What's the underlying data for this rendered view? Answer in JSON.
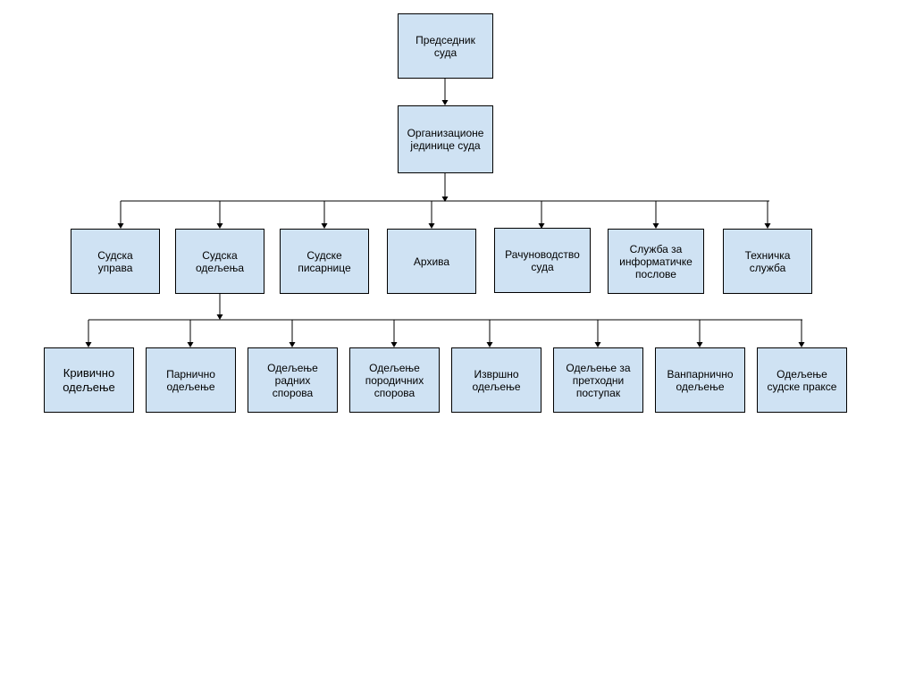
{
  "colors": {
    "box_fill": "#cfe2f3",
    "box_border": "#000000",
    "connector": "#000000"
  },
  "nodes": {
    "president": "Председник\nсуда",
    "org_units": "Организационе\nјединице суда",
    "level2": [
      "Судска\nуправа",
      "Судска\nодељења",
      "Судске\nписарнице",
      "Архива",
      "Рачуноводство\nсуда",
      "Служба за\nинформатичке\nпослове",
      "Техничка\nслужба"
    ],
    "level3": [
      "Кривично\nодељење",
      "Парнично\nодељење",
      "Одељење\nрадних\nспорова",
      "Одељење\nпородичних\nспорова",
      "Извршно\nодељење",
      "Одељење за\nпретходни\nпоступак",
      "Ванпарнично\nодељење",
      "Одељење\nсудске праксе"
    ]
  }
}
